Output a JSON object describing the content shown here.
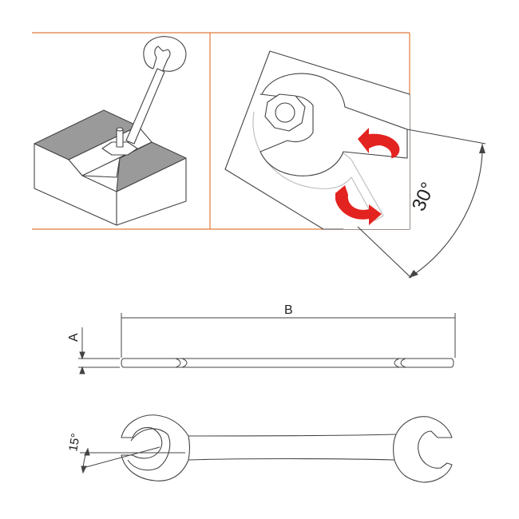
{
  "panels": {
    "left_panel": {
      "description_icon": "wrench-on-bolt-in-slot"
    },
    "right_panel": {
      "description_icon": "wrench-rotation-detail",
      "arrow_color": "#e3231f"
    }
  },
  "dimensions": {
    "angle_right": "30°",
    "length_label": "B",
    "thickness_label": "A",
    "head_angle": "15°"
  },
  "colors": {
    "frame": "#e07a3c",
    "line": "#444444",
    "gray_fill": "#9a9a9a",
    "arrow": "#e3231f"
  }
}
